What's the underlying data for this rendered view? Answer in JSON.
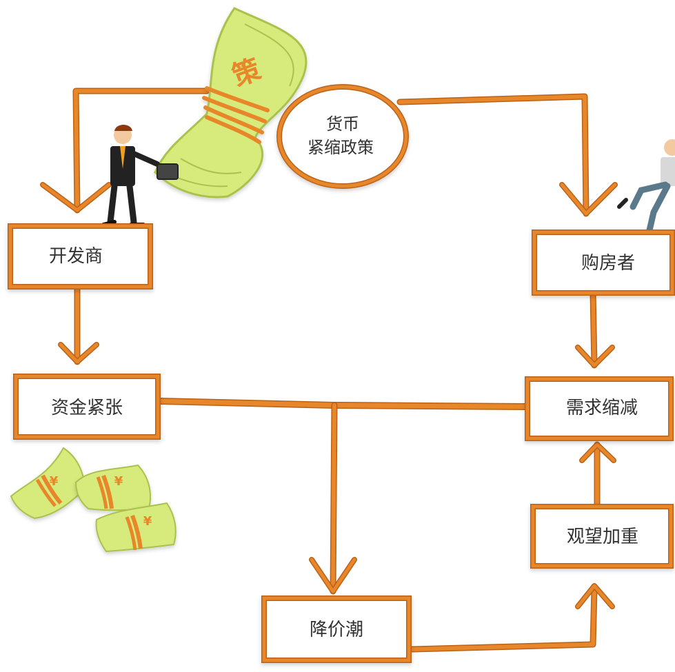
{
  "diagram": {
    "policy": {
      "line1": "货币",
      "line2": "紧缩政策",
      "bundle_mark": "策"
    },
    "nodes": {
      "developer": "开发商",
      "capital": "资金紧张",
      "price_cut": "降价潮",
      "buyer": "购房者",
      "demand": "需求缩减",
      "wait": "观望加重"
    },
    "money_mark": "¥",
    "colors": {
      "rope": "#e8862a",
      "rope_dark": "#b9621a",
      "money": "#d7ea7c",
      "money_dark": "#a9c24c",
      "text": "#333333"
    }
  }
}
